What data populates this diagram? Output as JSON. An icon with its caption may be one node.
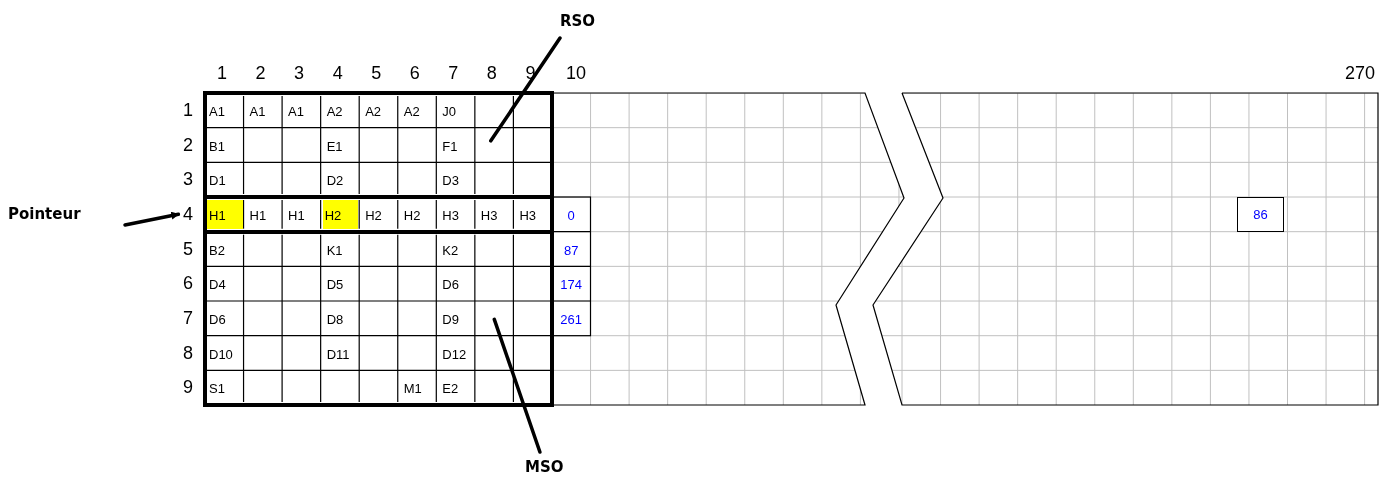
{
  "diagram": {
    "nodes": [
      {
        "text": [
          "RSO"
        ]
      },
      {
        "text": [
          "Pointeur"
        ]
      },
      {
        "text": [],
        "shape": "box"
      },
      {
        "text": [],
        "shape": "bar"
      },
      {
        "text": [],
        "shape": "box"
      },
      {
        "text": [
          "MSO"
        ]
      }
    ],
    "edges": [
      {
        "from": 0,
        "to": 2,
        "arrow": "none"
      },
      {
        "from": 1,
        "to": 3,
        "arrow": "to"
      },
      {
        "from": 5,
        "to": 4,
        "arrow": "none"
      }
    ],
    "labels": [
      "1",
      "2",
      "3",
      "4",
      "5",
      "6",
      "7",
      "8",
      "9",
      "10",
      "270",
      "1",
      "A1",
      "A1",
      "A1",
      "A2",
      "A2",
      "A2",
      "J0",
      "2",
      "B1",
      "E1",
      "F1",
      "3",
      "D1",
      "D2",
      "D3",
      "4",
      "H1",
      "H1",
      "H1",
      "H2",
      "H2",
      "H2",
      "H3",
      "H3",
      "H3",
      "0",
      "86",
      "5",
      "B2",
      "K1",
      "K2",
      "87",
      "6",
      "D4",
      "D5",
      "D6",
      "174",
      "7",
      "D6",
      "D8",
      "D9",
      "261",
      "8",
      "D10",
      "D11",
      "D12",
      "9",
      "S1",
      "M1",
      "E2"
    ]
  }
}
